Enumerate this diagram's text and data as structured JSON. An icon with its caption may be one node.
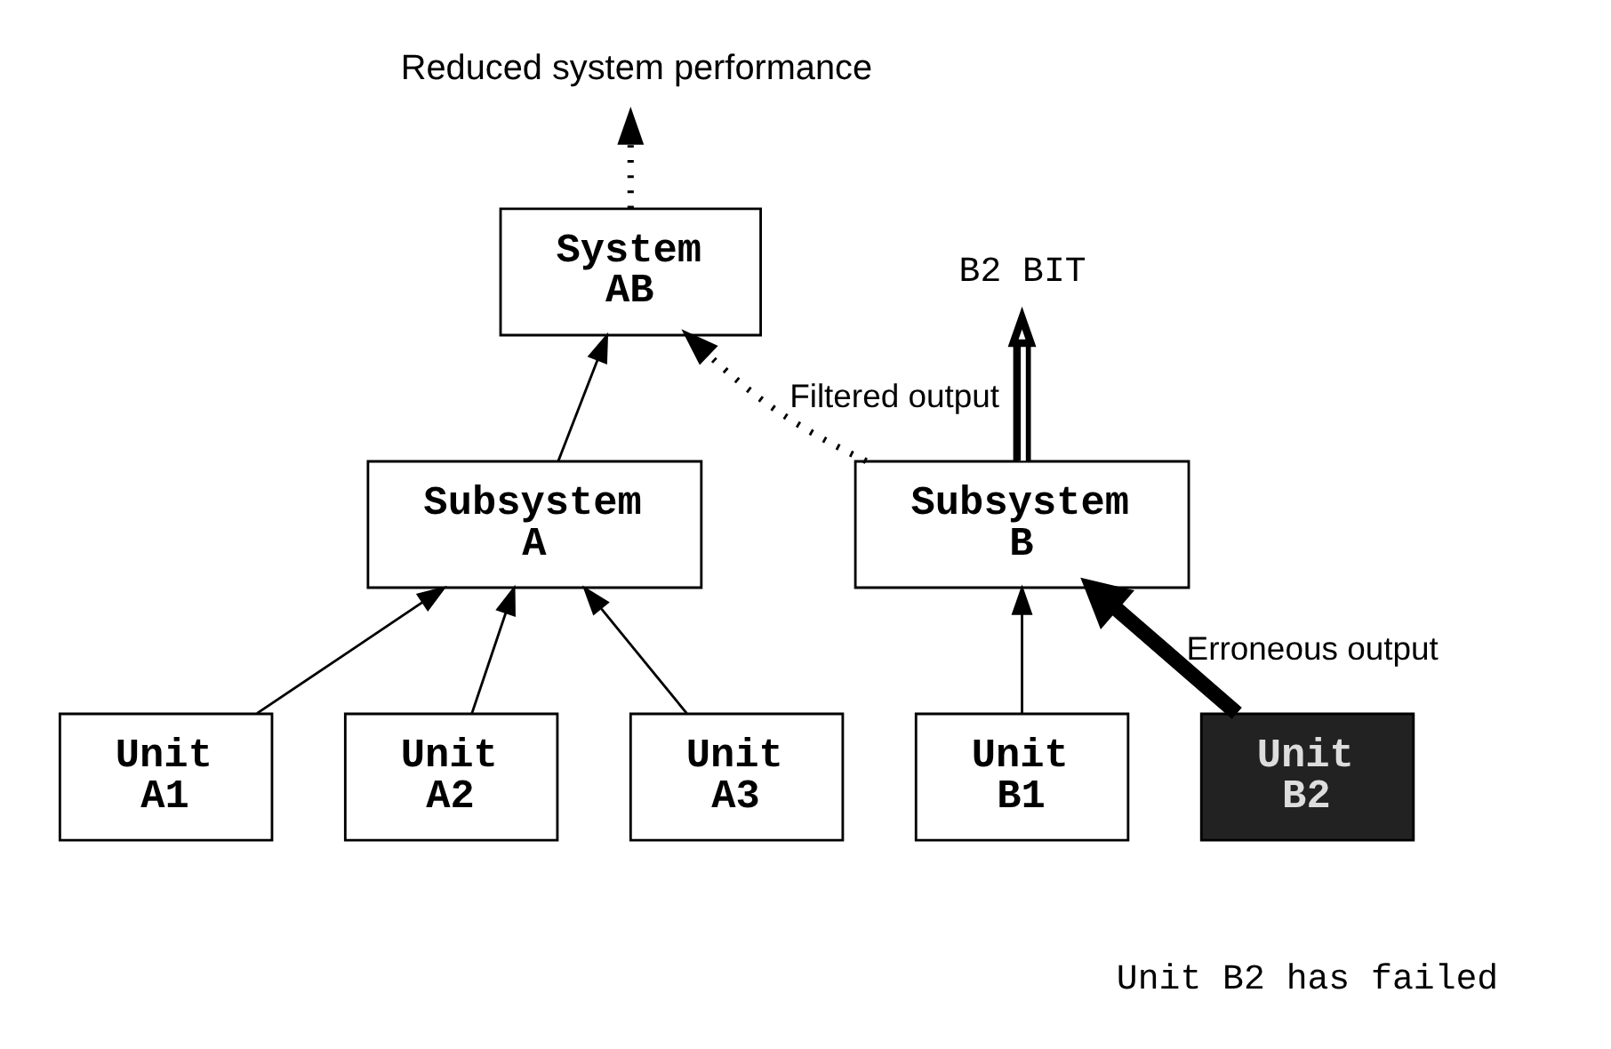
{
  "diagram": {
    "nodes": [
      {
        "text": [
          "Reduced system performance"
        ]
      },
      {
        "text": [
          "System AB"
        ]
      },
      {
        "text": [
          "Subsystem A"
        ]
      },
      {
        "text": [
          "Subsystem B"
        ]
      },
      {
        "text": [
          "B2 BIT"
        ]
      },
      {
        "text": [
          "Unit A1"
        ]
      },
      {
        "text": [
          "Unit A2"
        ]
      },
      {
        "text": [
          "Unit A3"
        ]
      },
      {
        "text": [
          "Unit B1"
        ]
      },
      {
        "text": [
          "Unit B2"
        ],
        "beside": [
          "Unit B2 has failed"
        ]
      }
    ],
    "edges": [
      {
        "from": 1,
        "to": 0,
        "arrow": "to",
        "style": "dashed"
      },
      {
        "from": 2,
        "to": 1,
        "arrow": "to"
      },
      {
        "from": 3,
        "to": 1,
        "arrow": "to",
        "style": "dashed",
        "label": "Filtered output"
      },
      {
        "from": 3,
        "to": 4,
        "arrow": "to",
        "style": "thick"
      },
      {
        "from": 5,
        "to": 2,
        "arrow": "to"
      },
      {
        "from": 6,
        "to": 2,
        "arrow": "to"
      },
      {
        "from": 7,
        "to": 2,
        "arrow": "to"
      },
      {
        "from": 8,
        "to": 3,
        "arrow": "to"
      },
      {
        "from": 9,
        "to": 3,
        "arrow": "to",
        "style": "thick",
        "label": "Erroneous output"
      }
    ]
  }
}
